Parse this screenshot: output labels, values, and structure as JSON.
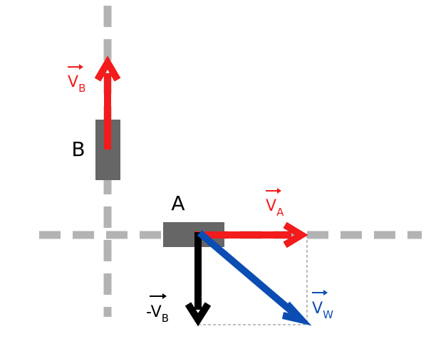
{
  "diagram": {
    "car_b_label": "B",
    "car_a_label": "A",
    "vectors": {
      "vb": {
        "symbol": "V",
        "subscript": "B",
        "color": "#f31b1b"
      },
      "va": {
        "symbol": "V",
        "subscript": "A",
        "color": "#f31b1b"
      },
      "neg_vb": {
        "symbol": "-V",
        "subscript": "B",
        "color": "#000000"
      },
      "vw": {
        "symbol": "V",
        "subscript": "W",
        "color": "#0b4db3"
      }
    },
    "colors": {
      "road_dash": "#b3b3b3",
      "car_body": "#666666",
      "guide_line": "#aaaaaa"
    }
  }
}
